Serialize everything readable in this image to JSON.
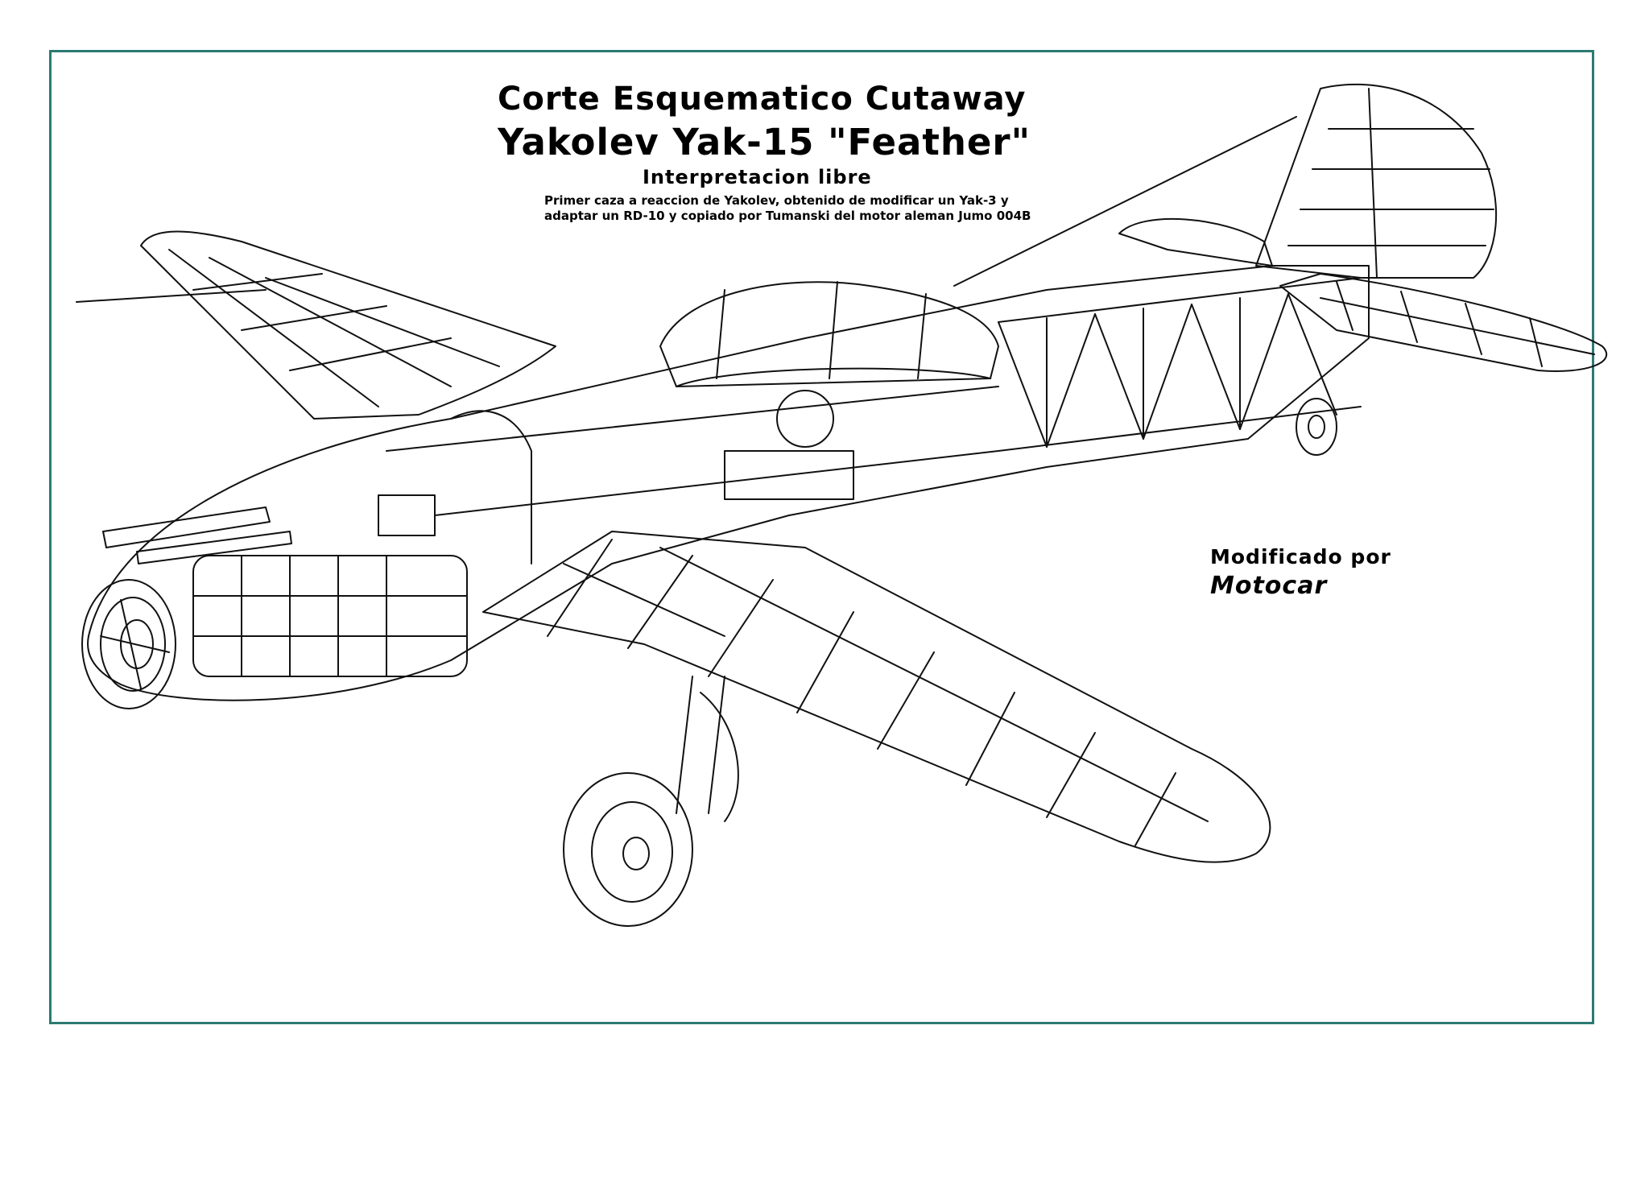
{
  "header": {
    "title_line1": "Corte Esquematico Cutaway",
    "title_line2": "Yakolev Yak-15 \"Feather\"",
    "subtitle": "Interpretacion libre",
    "description_line1": "Primer caza a reaccion de Yakolev, obtenido de modificar un Yak-3 y",
    "description_line2": "adaptar un RD-10 y copiado por Tumanski del motor aleman Jumo 004B"
  },
  "credit": {
    "label": "Modificado por",
    "author": "Motocar"
  },
  "colors": {
    "frame": "#2b7a72",
    "ink": "#000000",
    "background": "#ffffff"
  }
}
